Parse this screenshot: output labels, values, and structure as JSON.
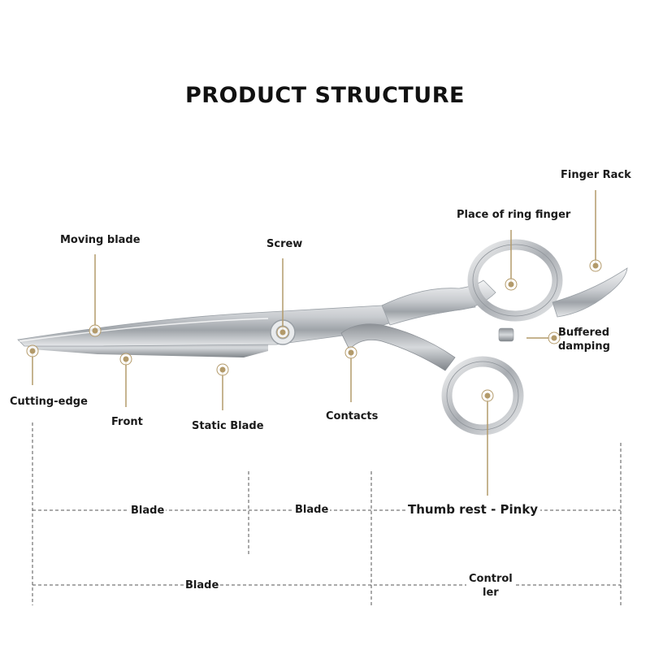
{
  "title": "PRODUCT STRUCTURE",
  "colors": {
    "leader": "#b39a6a",
    "dash": "#555555",
    "steel": "#c8cbcf"
  },
  "callouts": {
    "finger_rack": "Finger Rack",
    "ring_finger": "Place of ring finger",
    "moving_blade": "Moving blade",
    "screw": "Screw",
    "buffered": "Buffered damping",
    "buffered_line1": "Buffered",
    "buffered_line2": "damping",
    "cutting_edge": "Cutting-edge",
    "front": "Front",
    "static_blade": "Static Blade",
    "contacts": "Contacts"
  },
  "sections": {
    "row1": [
      "Blade",
      "Blade",
      "Thumb rest - Pinky"
    ],
    "row2_blade": "Blade",
    "row2_control_line1": "Control",
    "row2_control_line2": "ler"
  }
}
